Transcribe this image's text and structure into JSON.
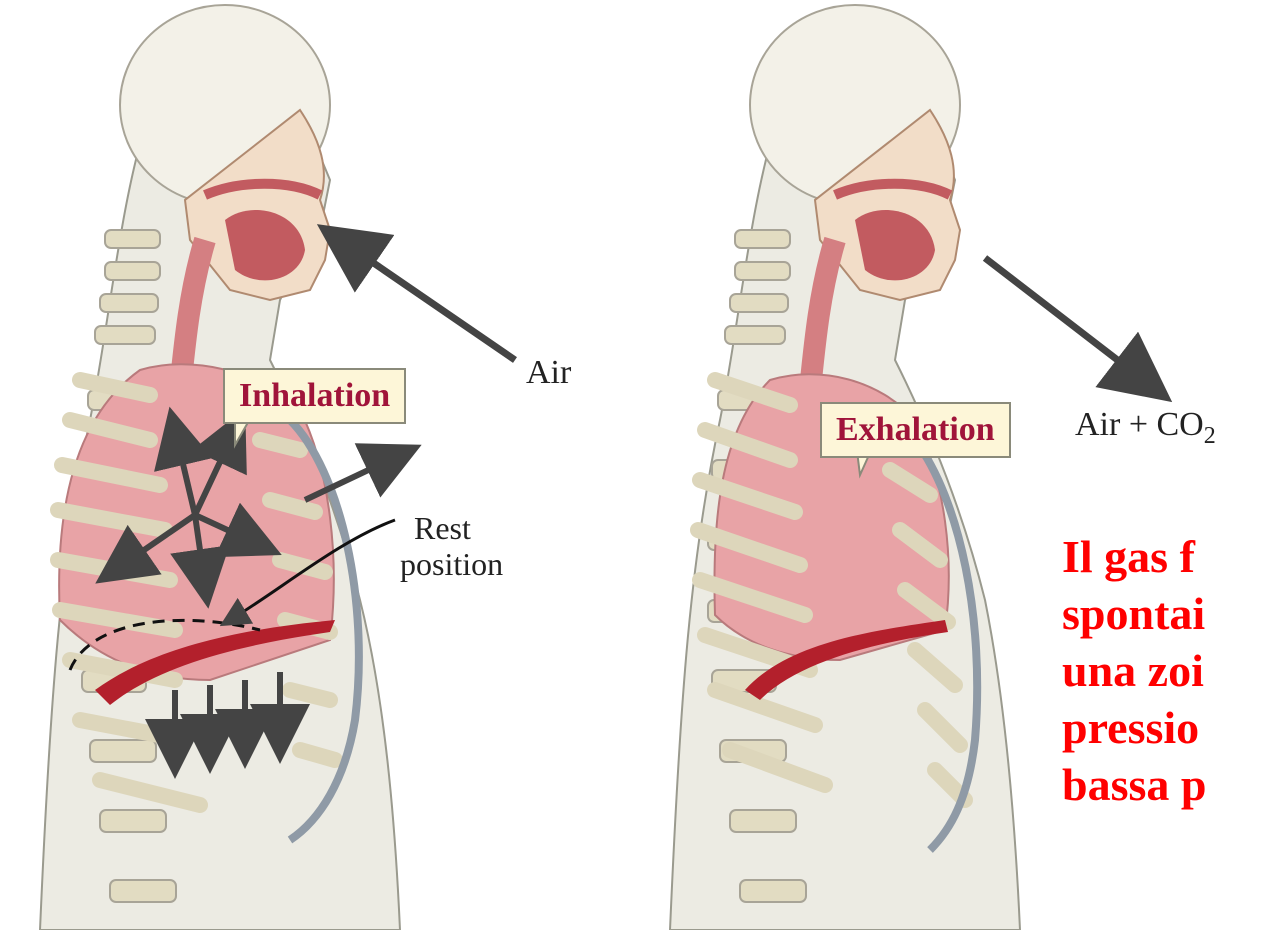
{
  "left_panel": {
    "callout": "Inhalation",
    "air_label": "Air",
    "rest_label_line1": "Rest",
    "rest_label_line2": "position"
  },
  "right_panel": {
    "callout": "Exhalation",
    "air_label_prefix": "Air + CO",
    "air_label_sub": "2"
  },
  "note_lines": [
    "Il gas f",
    "spontai",
    "una zoi",
    "pressio",
    "bassa p"
  ],
  "colors": {
    "lung": "#e8a3a6",
    "rib": "#ddd6bb",
    "skin": "#ecebe3",
    "diaphragm": "#b3202c",
    "arrow": "#444444",
    "note_text": "#ff0000",
    "callout_bg": "#fdf6d8",
    "callout_text": "#a0143a"
  }
}
